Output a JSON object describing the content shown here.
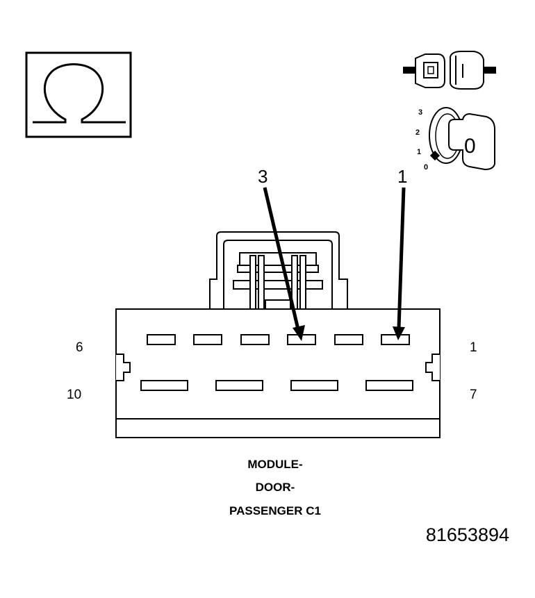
{
  "meter_symbol": "ohm-icon",
  "ignition": {
    "positions": [
      "3",
      "2",
      "1",
      "0"
    ],
    "key_label": "0"
  },
  "callouts": [
    "3",
    "1"
  ],
  "pin_labels": {
    "top_left": "6",
    "top_right": "1",
    "bottom_left": "10",
    "bottom_right": "7"
  },
  "caption": [
    "MODULE-",
    "DOOR-",
    "PASSENGER C1"
  ],
  "figure_number": "81653894"
}
